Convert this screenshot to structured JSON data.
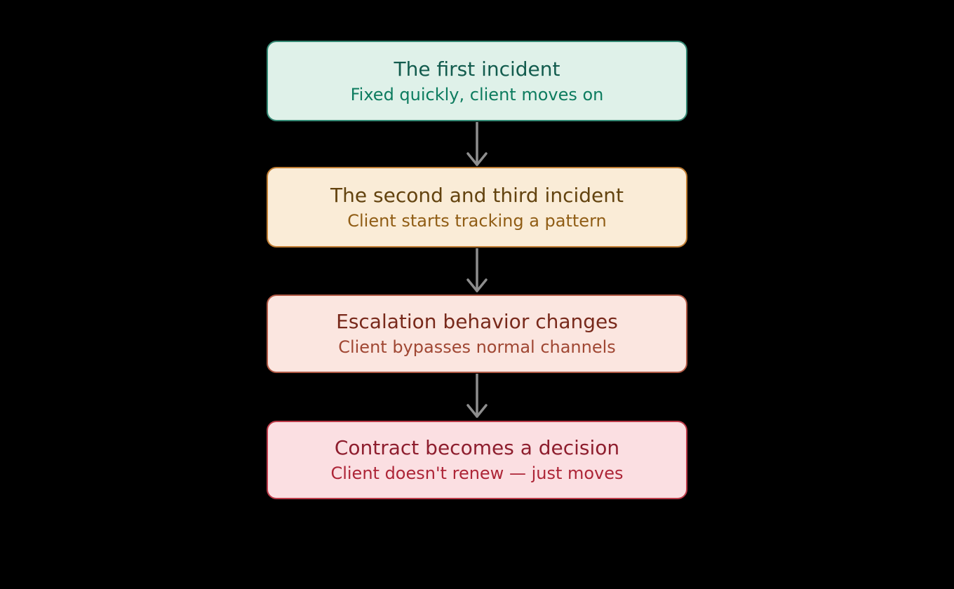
{
  "diagram": {
    "background_color": "#000000",
    "arrow_color": "#8e8e8e",
    "steps": [
      {
        "title": "The first incident",
        "subtitle": "Fixed quickly, client moves on",
        "fill_color": "#dff1e9",
        "border_color": "#348873",
        "title_color": "#135c4e",
        "subtitle_color": "#0d7c5f"
      },
      {
        "title": "The second and third incident",
        "subtitle": "Client starts tracking a pattern",
        "fill_color": "#faecd7",
        "border_color": "#bf7d33",
        "title_color": "#63430f",
        "subtitle_color": "#905d15"
      },
      {
        "title": "Escalation behavior changes",
        "subtitle": "Client bypasses normal channels",
        "fill_color": "#fbe6e0",
        "border_color": "#b15a46",
        "title_color": "#78291b",
        "subtitle_color": "#a04733"
      },
      {
        "title": "Contract becomes a decision",
        "subtitle": "Client doesn't renew — just moves",
        "fill_color": "#fbdfe2",
        "border_color": "#bc3b49",
        "title_color": "#8e1e2e",
        "subtitle_color": "#ad2537"
      }
    ]
  }
}
